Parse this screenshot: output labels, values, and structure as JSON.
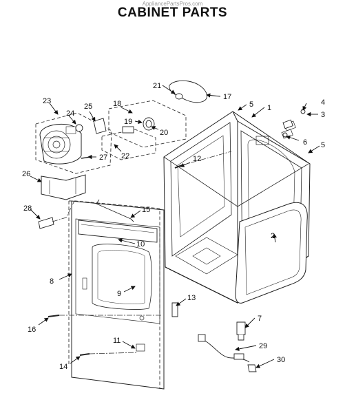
{
  "watermark": "AppliancePartsPros.com",
  "title": "CABINET PARTS",
  "callouts": {
    "c1": "1",
    "c2": "2",
    "c3": "3",
    "c4": "4",
    "c5a": "5",
    "c5b": "5",
    "c6": "6",
    "c7": "7",
    "c8": "8",
    "c9": "9",
    "c10": "10",
    "c11": "11",
    "c12": "12",
    "c13": "13",
    "c14": "14",
    "c15": "15",
    "c16": "16",
    "c17": "17",
    "c18": "18",
    "c19": "19",
    "c20": "20",
    "c21": "21",
    "c22": "22",
    "c23": "23",
    "c24": "24",
    "c25": "25",
    "c26": "26",
    "c27": "27",
    "c28": "28",
    "c29": "29",
    "c30": "30"
  }
}
